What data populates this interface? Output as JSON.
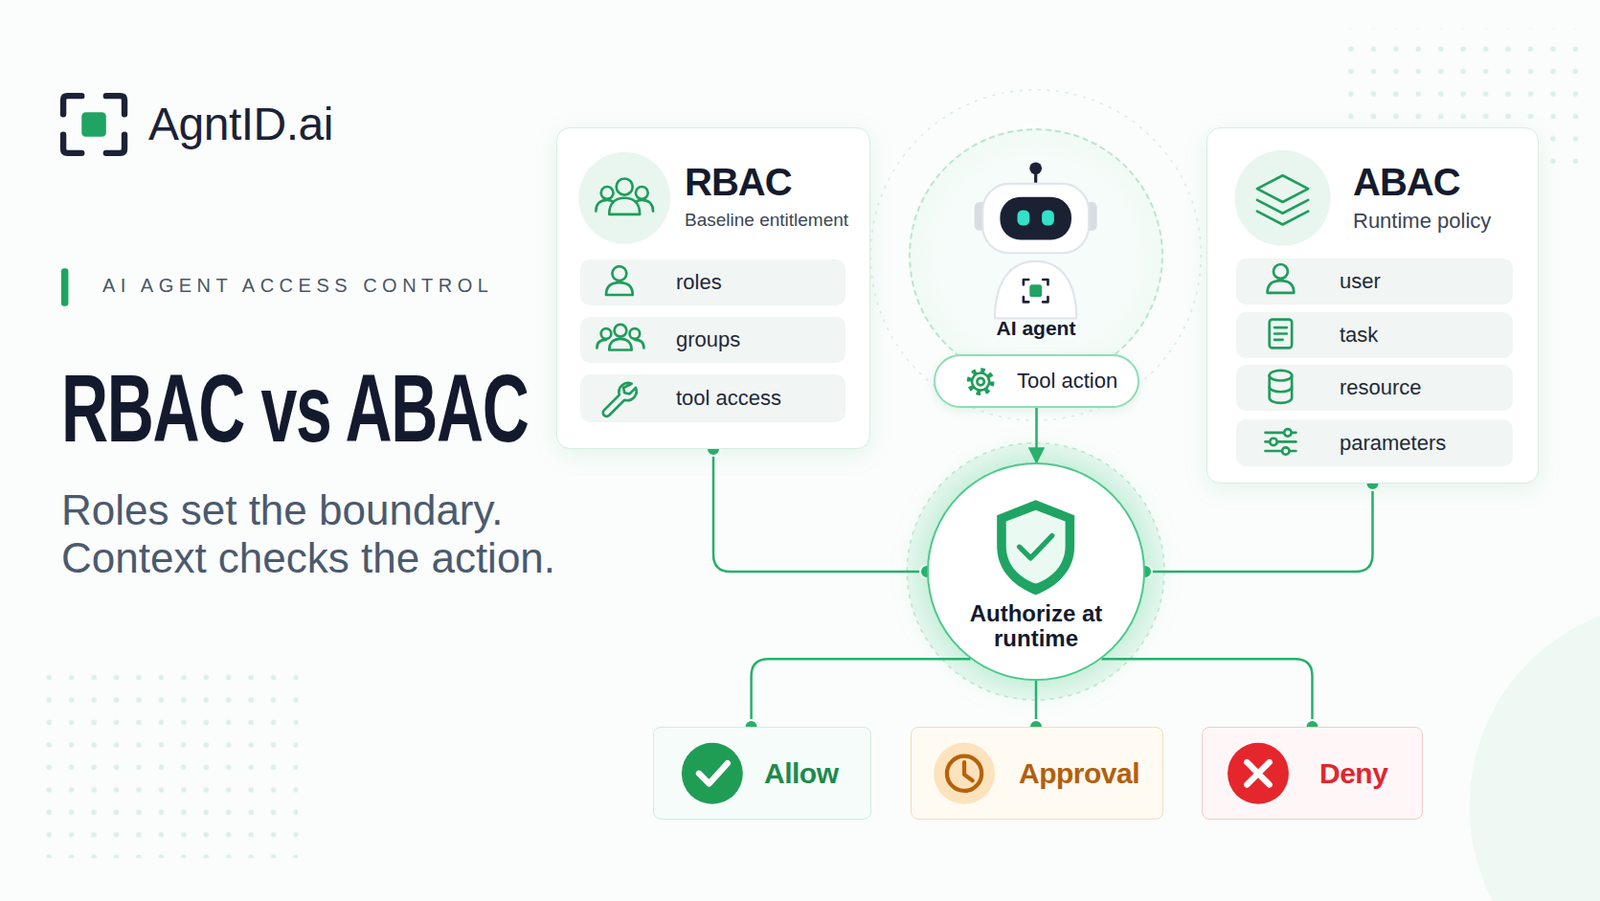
{
  "diagram": {
    "title": "RBAC vs ABAC",
    "caption": "Roles set the boundary. Context checks the action.",
    "nodes": [
      {
        "text": [
          "RBAC",
          "Baseline entitlement"
        ]
      },
      {
        "text": [
          "roles"
        ],
        "in": 0
      },
      {
        "text": [
          "groups"
        ],
        "in": 0
      },
      {
        "text": [
          "tool access"
        ],
        "in": 0
      },
      {
        "text": [
          "AI agent"
        ]
      },
      {
        "text": [
          "Tool action"
        ]
      },
      {
        "text": [
          "ABAC",
          "Runtime policy"
        ]
      },
      {
        "text": [
          "user"
        ],
        "in": 6
      },
      {
        "text": [
          "task"
        ],
        "in": 6
      },
      {
        "text": [
          "resource"
        ],
        "in": 6
      },
      {
        "text": [
          "parameters"
        ],
        "in": 6
      },
      {
        "text": [
          "Authorize at runtime"
        ]
      },
      {
        "text": [
          "Allow"
        ]
      },
      {
        "text": [
          "Approval"
        ]
      },
      {
        "text": [
          "Deny"
        ]
      }
    ],
    "edges": [
      {
        "from": 0,
        "to": 11,
        "arrow": "none"
      },
      {
        "from": 6,
        "to": 11,
        "arrow": "none"
      },
      {
        "from": 5,
        "to": 11,
        "arrow": "to"
      },
      {
        "from": 11,
        "to": 12,
        "arrow": "none"
      },
      {
        "from": 11,
        "to": 13,
        "arrow": "none"
      },
      {
        "from": 11,
        "to": 14,
        "arrow": "none"
      }
    ],
    "labels": [
      "AgntID.ai",
      "AI AGENT ACCESS CONTROL"
    ]
  }
}
